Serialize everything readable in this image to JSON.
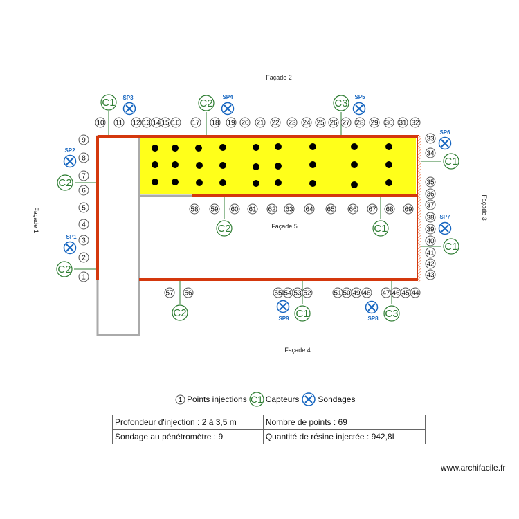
{
  "facades": {
    "top": "Façade 2",
    "left": "Façade 1",
    "right": "Façade 3",
    "bottom": "Façade 4",
    "center": "Façade 5"
  },
  "colors": {
    "wall": "#d4380d",
    "injection_zone": "#ffff1a",
    "capteur": "#2e7d32",
    "sondage": "#1565c0"
  },
  "points": [
    "1",
    "2",
    "3",
    "4",
    "5",
    "6",
    "7",
    "8",
    "9",
    "10",
    "11",
    "12",
    "13",
    "14",
    "15",
    "16",
    "17",
    "18",
    "19",
    "20",
    "21",
    "22",
    "23",
    "24",
    "25",
    "26",
    "27",
    "28",
    "29",
    "30",
    "31",
    "32",
    "33",
    "34",
    "35",
    "36",
    "37",
    "38",
    "39",
    "40",
    "41",
    "42",
    "43",
    "44",
    "45",
    "46",
    "47",
    "48",
    "49",
    "50",
    "51",
    "52",
    "53",
    "54",
    "55",
    "56",
    "57",
    "58",
    "59",
    "60",
    "61",
    "62",
    "63",
    "64",
    "65",
    "66",
    "67",
    "68",
    "69"
  ],
  "capteurs": [
    "C1",
    "C2",
    "C3",
    "C2",
    "C1",
    "C2",
    "C1",
    "C2",
    "C1",
    "C2",
    "C3",
    "C2",
    "C1"
  ],
  "sondages": [
    "SP1",
    "SP2",
    "SP3",
    "SP4",
    "SP5",
    "SP6",
    "SP7",
    "SP8",
    "SP9"
  ],
  "legend": {
    "point_symbol": "1",
    "points": "Points injections",
    "capteur_symbol": "C1",
    "capteurs": "Capteurs",
    "sondages": "Sondages"
  },
  "info": {
    "depth": "Profondeur d'injection : 2 à 3,5 m",
    "count": "Nombre de points : 69",
    "sounding": "Sondage au pénétromètre : 9",
    "resin": "Quantité de résine injectée : 942,8L"
  },
  "site": "www.archifacile.fr"
}
